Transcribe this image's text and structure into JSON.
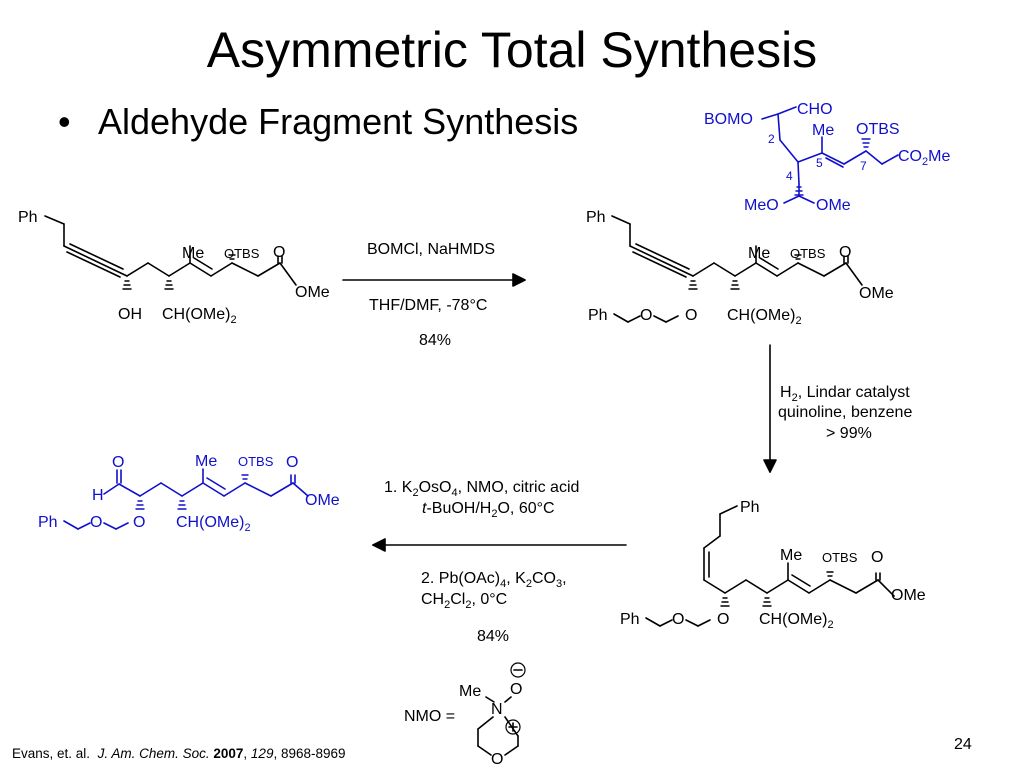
{
  "slide": {
    "title": "Asymmetric Total Synthesis",
    "bullet": "Aldehyde Fragment Synthesis",
    "page_number": "24"
  },
  "citation": {
    "authors": "Evans, et. al.",
    "journal": "J. Am. Chem. Soc.",
    "year": "2007",
    "volume": "129",
    "pages": "8968-8969"
  },
  "colors": {
    "blue": "#1010cc",
    "black": "#000000"
  },
  "labels": {
    "ph": "Ph",
    "me": "Me",
    "otbs": "OTBS",
    "o": "O",
    "ome": "OMe",
    "oh": "OH",
    "ch_ome2": "CH(OMe)",
    "sub2": "2",
    "h": "H",
    "bomo": "BOMO",
    "cho": "CHO",
    "co2me": "CO",
    "meo": "MeO",
    "num2": "2",
    "num4": "4",
    "num5": "5",
    "num7": "7"
  },
  "steps": {
    "step1": {
      "reagents": "BOMCl, NaHMDS",
      "conditions": "THF/DMF, -78°C",
      "yield": "84%"
    },
    "step2": {
      "line1_a": "H",
      "line1_sub": "2",
      "line1_b": ", Lindar catalyst",
      "line2": "quinoline, benzene",
      "yield": "> 99%"
    },
    "step3": {
      "a1": "1. K",
      "a1_sub1": "2",
      "a1_b": "OsO",
      "a1_sub2": "4",
      "a1_c": ", NMO, citric acid",
      "b_t": "t",
      "b1": "-BuOH/H",
      "b_sub": "2",
      "b2": "O, 60°C",
      "c1": "2. Pb(OAc)",
      "c_sub1": "4",
      "c2": ", K",
      "c_sub2": "2",
      "c3": "CO",
      "c_sub3": "3",
      "c4": ",",
      "d1": "CH",
      "d_sub1": "2",
      "d2": "Cl",
      "d_sub2": "2",
      "d3": ", 0°C",
      "yield": "84%"
    }
  },
  "nmo": {
    "label": "NMO =",
    "me": "Me",
    "n": "N",
    "o_top": "O",
    "o_ring": "O",
    "minus": "−",
    "plus": "+"
  }
}
